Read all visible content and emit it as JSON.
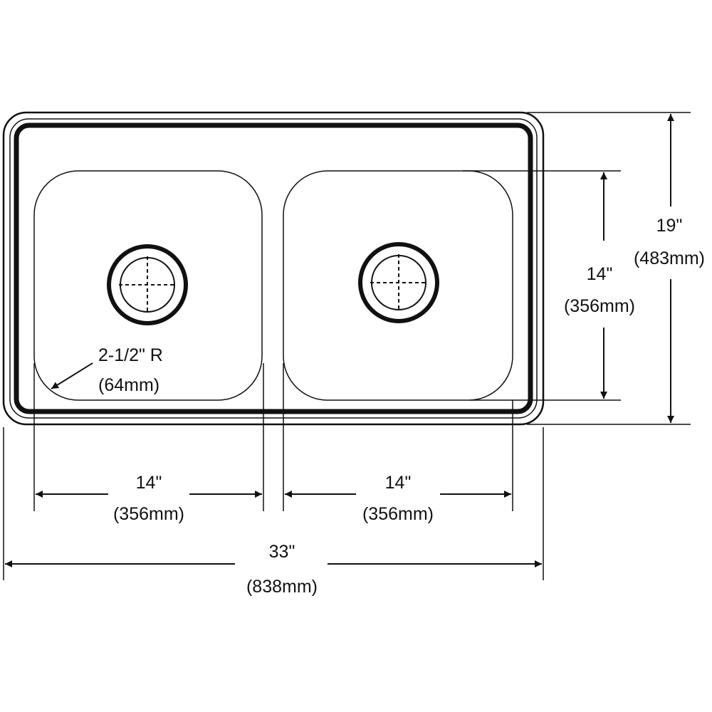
{
  "colors": {
    "line": "#111111",
    "background": "#ffffff"
  },
  "dimensions": {
    "overall_width": {
      "imperial": "33\"",
      "metric": "(838mm)"
    },
    "overall_depth": {
      "imperial": "19\"",
      "metric": "(483mm)"
    },
    "bowl_depth": {
      "imperial": "14\"",
      "metric": "(356mm)"
    },
    "left_bowl_width": {
      "imperial": "14\"",
      "metric": "(356mm)"
    },
    "right_bowl_width": {
      "imperial": "14\"",
      "metric": "(356mm)"
    },
    "corner_radius": {
      "imperial": "2-1/2\" R",
      "metric": "(64mm)"
    }
  }
}
